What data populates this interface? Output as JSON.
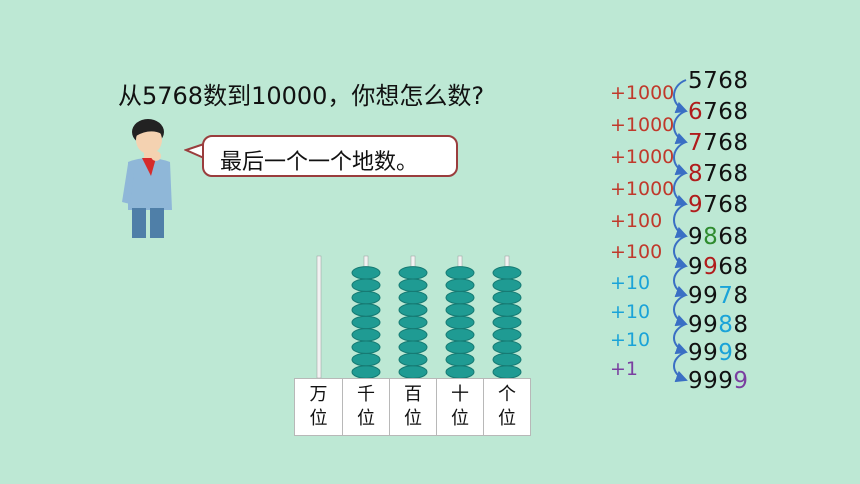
{
  "question": "从5768数到10000，你想怎么数?",
  "bubble": "最后一个一个地数。",
  "labels": [
    {
      "top": "万",
      "bottom": "位"
    },
    {
      "top": "千",
      "bottom": "位"
    },
    {
      "top": "百",
      "bottom": "位"
    },
    {
      "top": "十",
      "bottom": "位"
    },
    {
      "top": "个",
      "bottom": "位"
    }
  ],
  "abacus_beads": {
    "ten_thousands": 0,
    "thousands": 9,
    "hundreds": 9,
    "tens": 9,
    "ones": 9
  },
  "steps": [
    {
      "text": "+1000",
      "color": "#c0392b"
    },
    {
      "text": "+1000",
      "color": "#c0392b"
    },
    {
      "text": "+1000",
      "color": "#c0392b"
    },
    {
      "text": "+1000",
      "color": "#c0392b"
    },
    {
      "text": "+100",
      "color": "#c0392b"
    },
    {
      "text": "+100",
      "color": "#c0392b"
    },
    {
      "text": "+10",
      "color": "#1aa3d8"
    },
    {
      "text": "+10",
      "color": "#1aa3d8"
    },
    {
      "text": "+10",
      "color": "#1aa3d8"
    },
    {
      "text": "+1",
      "color": "#7a3fa0"
    }
  ],
  "numbers": [
    {
      "pre": "5768",
      "hi": "",
      "post": "",
      "color": "#111"
    },
    {
      "pre": "",
      "hi": "6",
      "post": "768",
      "color": "#b01c1c"
    },
    {
      "pre": "",
      "hi": "7",
      "post": "768",
      "color": "#b01c1c"
    },
    {
      "pre": "",
      "hi": "8",
      "post": "768",
      "color": "#b01c1c"
    },
    {
      "pre": "",
      "hi": "9",
      "post": "768",
      "color": "#b01c1c"
    },
    {
      "pre": "9",
      "hi": "8",
      "post": "68",
      "color": "#2e8b2e"
    },
    {
      "pre": "9",
      "hi": "9",
      "post": "68",
      "color": "#b01c1c"
    },
    {
      "pre": "99",
      "hi": "7",
      "post": "8",
      "color": "#1aa3d8"
    },
    {
      "pre": "99",
      "hi": "8",
      "post": "8",
      "color": "#1aa3d8"
    },
    {
      "pre": "99",
      "hi": "9",
      "post": "8",
      "color": "#1aa3d8"
    },
    {
      "pre": "999",
      "hi": "9",
      "post": "",
      "color": "#7a3fa0"
    }
  ],
  "colors": {
    "background": "#bde8d4",
    "bubble_border": "#9a3d3d",
    "bead": "#1f9b93",
    "arrow": "#3a6fc4"
  }
}
